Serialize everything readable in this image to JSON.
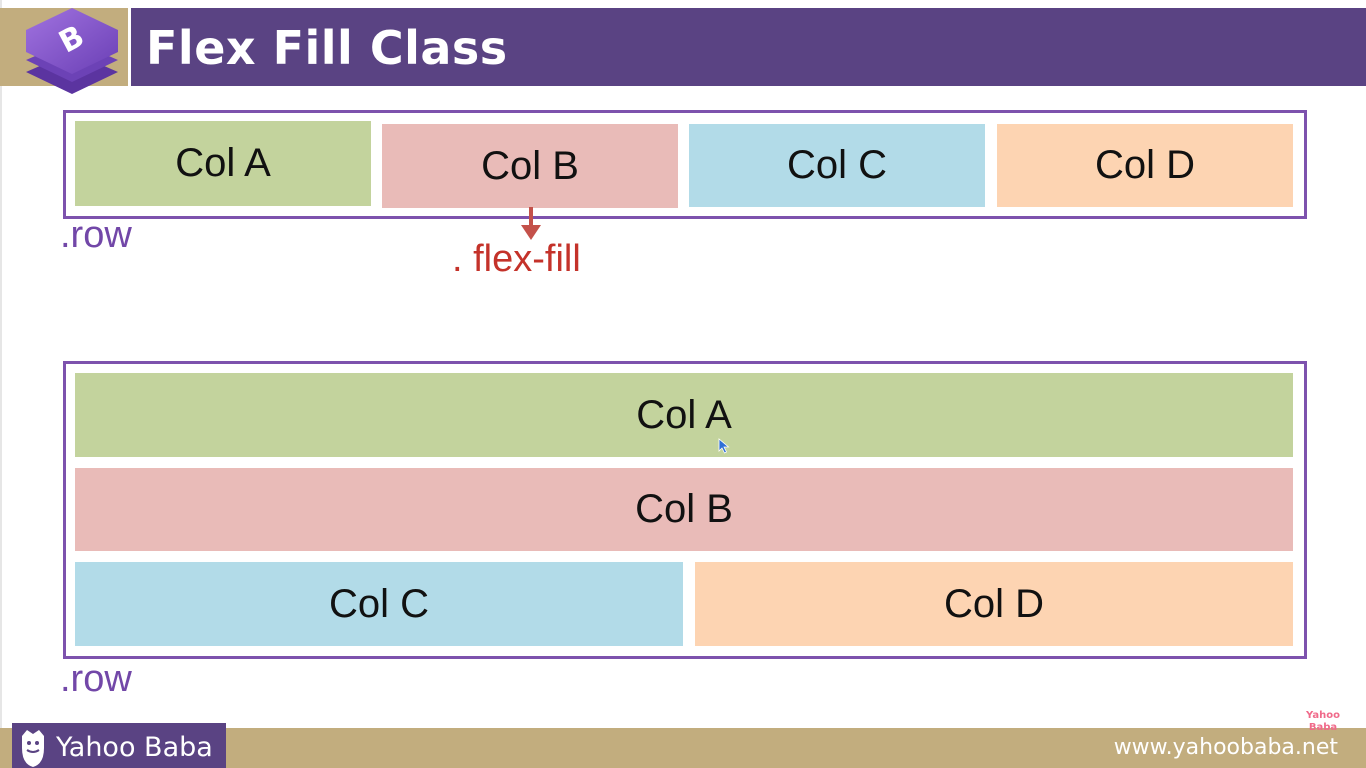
{
  "header": {
    "title": "Flex Fill Class",
    "logo_icon": "bootstrap-logo-icon",
    "colors": {
      "accent": "#5a4383",
      "tan": "#c2ad7e"
    }
  },
  "example1": {
    "columns": [
      {
        "label": "Col A",
        "color": "#c3d39d"
      },
      {
        "label": "Col B",
        "color": "#e9bbb8"
      },
      {
        "label": "Col C",
        "color": "#b2dbe8"
      },
      {
        "label": "Col D",
        "color": "#fdd4b2"
      }
    ],
    "row_label": ".row",
    "annotation": ". flex-fill"
  },
  "example2": {
    "columns": [
      {
        "label": "Col A",
        "color": "#c3d39d"
      },
      {
        "label": "Col B",
        "color": "#e9bbb8"
      },
      {
        "label": "Col C",
        "color": "#b2dbe8"
      },
      {
        "label": "Col D",
        "color": "#fdd4b2"
      }
    ],
    "row_label": ".row"
  },
  "footer": {
    "brand": "Yahoo Baba",
    "brand_icon": "bearded-face-icon",
    "url": "www.yahoobaba.net",
    "watermark": [
      "Yahoo",
      "Baba"
    ]
  }
}
